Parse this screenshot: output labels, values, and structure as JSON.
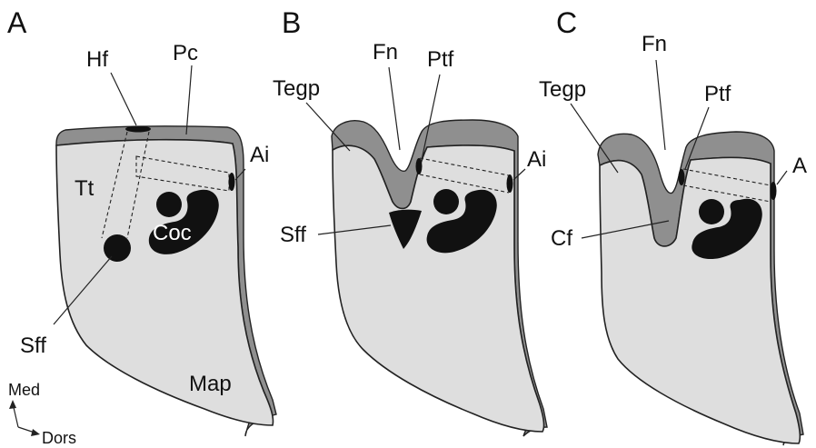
{
  "panels": {
    "a": {
      "letter": "A",
      "labels": {
        "hf": "Hf",
        "pc": "Pc",
        "ai": "Ai",
        "tt": "Tt",
        "coc": "Coc",
        "sff": "Sff",
        "map": "Map"
      }
    },
    "b": {
      "letter": "B",
      "labels": {
        "fn": "Fn",
        "ptf": "Ptf",
        "tegp": "Tegp",
        "ai": "Ai",
        "sff": "Sff"
      }
    },
    "c": {
      "letter": "C",
      "labels": {
        "fn": "Fn",
        "ptf": "Ptf",
        "tegp": "Tegp",
        "a": "A",
        "cf": "Cf"
      }
    }
  },
  "orientation": {
    "medial": "Med",
    "dorsal": "Dors"
  },
  "colors": {
    "body": "#dedede",
    "cap": "#8f8f8f",
    "dark": "#111111"
  }
}
